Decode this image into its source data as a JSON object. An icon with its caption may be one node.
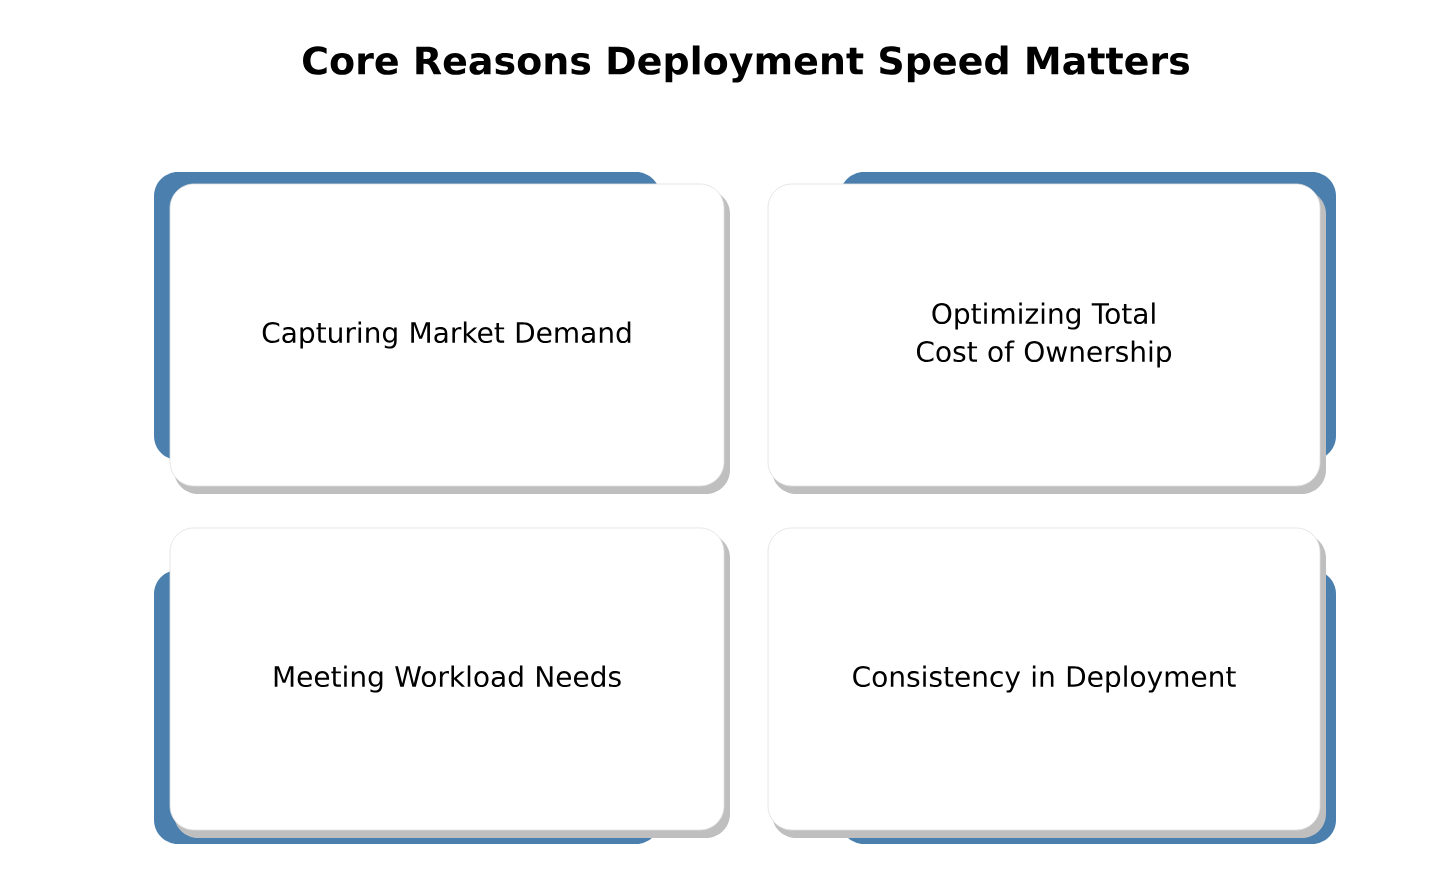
{
  "diagram": {
    "title": "Core Reasons Deployment Speed Matters",
    "nodes": [
      {
        "text": [
          "Capturing Market Demand"
        ]
      },
      {
        "text": [
          "Optimizing Total Cost of Ownership"
        ]
      },
      {
        "text": [
          "Meeting Workload Needs"
        ]
      },
      {
        "text": [
          "Consistency in Deployment"
        ]
      }
    ]
  }
}
